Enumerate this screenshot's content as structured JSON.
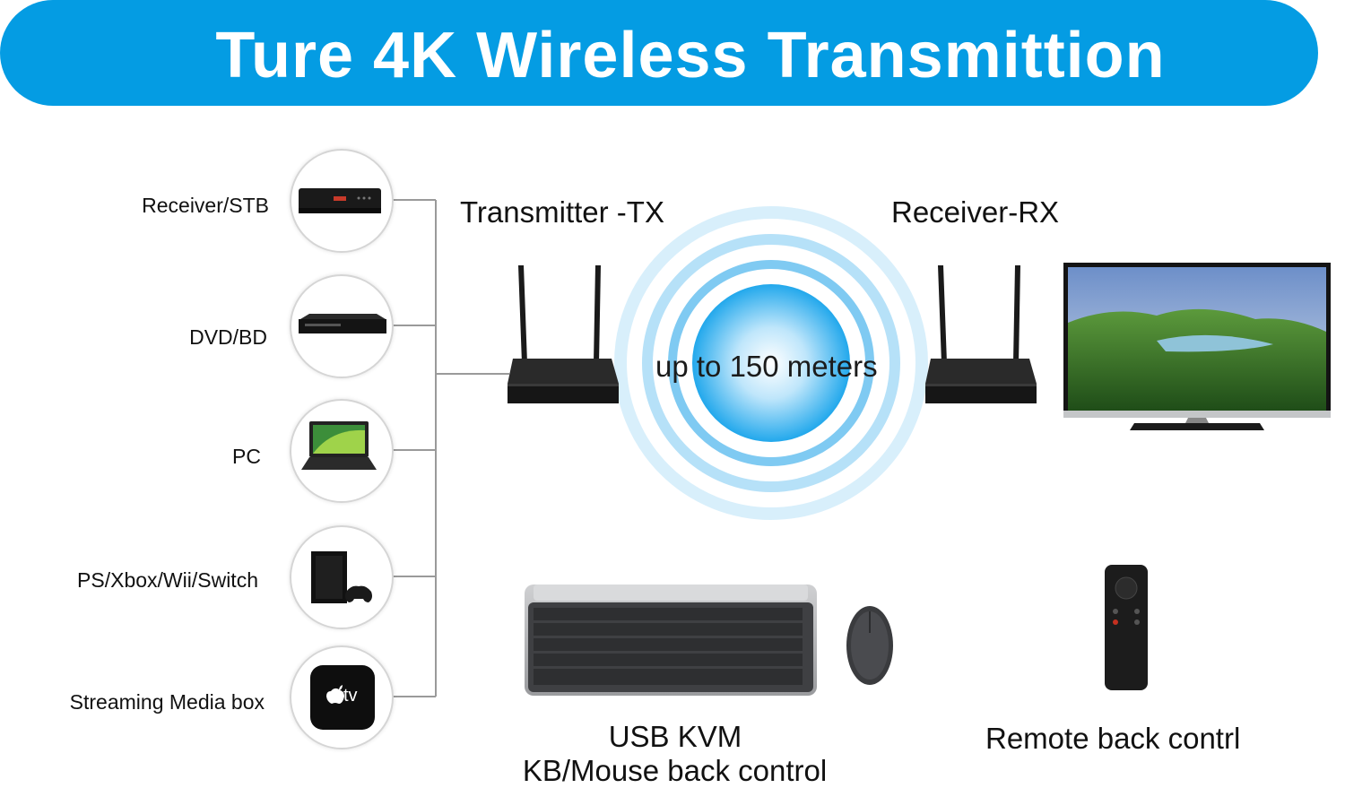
{
  "title": "Ture 4K Wireless Transmittion",
  "sources": [
    {
      "label": "Receiver/STB",
      "icon": "set-top-box-icon"
    },
    {
      "label": "DVD/BD",
      "icon": "dvd-player-icon"
    },
    {
      "label": "PC",
      "icon": "laptop-icon"
    },
    {
      "label": "PS/Xbox/Wii/Switch",
      "icon": "game-console-icon"
    },
    {
      "label": "Streaming Media box",
      "icon": "apple-tv-icon"
    }
  ],
  "apple_tv_text": "tv",
  "transmitter_label": "Transmitter -TX",
  "receiver_label": "Receiver-RX",
  "range_text": "up to 150 meters",
  "kvm_line1": "USB KVM",
  "kvm_line2": "KB/Mouse back control",
  "remote_label": "Remote back contrl",
  "colors": {
    "accent": "#049ce3",
    "signal": "#3fb6f0",
    "device": "#1d1d1d"
  }
}
